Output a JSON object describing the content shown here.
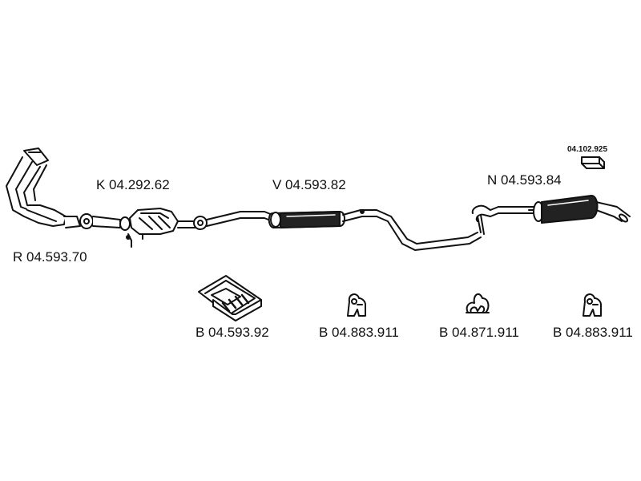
{
  "parts": {
    "front_pipe": {
      "label": "R 04.593.70"
    },
    "catalytic_converter": {
      "label": "K 04.292.62"
    },
    "middle_silencer": {
      "label": "V 04.593.82"
    },
    "rear_silencer": {
      "label": "N 04.593.84"
    },
    "small_part": {
      "label": "04.102.925"
    },
    "fitting_kit": {
      "label": "B 04.593.92"
    },
    "hanger_1": {
      "label": "B 04.883.911"
    },
    "hanger_2": {
      "label": "B 04.871.911"
    },
    "hanger_3": {
      "label": "B 04.883.911"
    }
  }
}
